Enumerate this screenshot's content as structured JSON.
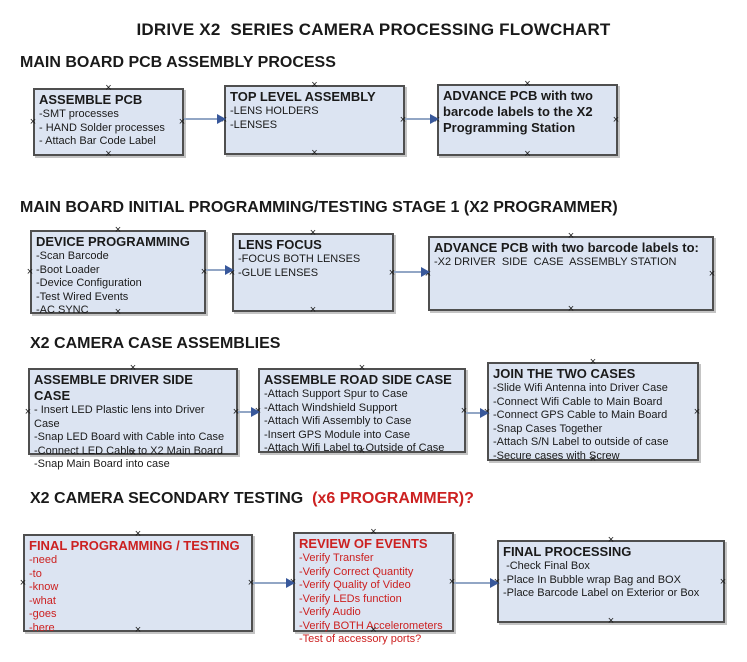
{
  "title": "IDRIVE X2  SERIES CAMERA PROCESSING FLOWCHART",
  "colors": {
    "box_fill": "#dce4f2",
    "box_border": "#4f4f4f",
    "red_text": "#cc2121",
    "connector_line": "#92a6c5",
    "arrow": "#38589b"
  },
  "sections": [
    {
      "heading": "MAIN BOARD PCB ASSEMBLY PROCESS",
      "boxes": [
        {
          "title": "ASSEMBLE PCB",
          "items": [
            "-SMT processes",
            "- HAND Solder processes",
            "- Attach Bar Code Label"
          ]
        },
        {
          "title": "TOP LEVEL ASSEMBLY",
          "items": [
            "-LENS HOLDERS",
            "-LENSES"
          ]
        },
        {
          "title": "ADVANCE PCB with two barcode labels to the X2 Programming Station",
          "items": []
        }
      ]
    },
    {
      "heading": "MAIN BOARD INITIAL PROGRAMMING/TESTING STAGE 1 (X2 PROGRAMMER)",
      "boxes": [
        {
          "title": "DEVICE PROGRAMMING",
          "items": [
            "-Scan Barcode",
            "-Boot Loader",
            "-Device Configuration",
            "-Test Wired Events",
            "-AC SYNC"
          ]
        },
        {
          "title": "LENS FOCUS",
          "items": [
            "-FOCUS BOTH LENSES",
            "-GLUE LENSES"
          ]
        },
        {
          "title": "ADVANCE PCB with two barcode labels to:",
          "items": [
            "-X2 DRIVER  SIDE  CASE  ASSEMBLY STATION"
          ]
        }
      ]
    },
    {
      "heading": "X2 CAMERA CASE ASSEMBLIES",
      "boxes": [
        {
          "title": "ASSEMBLE DRIVER SIDE CASE",
          "items": [
            "- Insert LED Plastic lens into Driver Case",
            "-Snap LED Board with Cable into Case",
            "-Connect LED Cable to X2 Main Board",
            "-Snap Main Board into case"
          ]
        },
        {
          "title": "ASSEMBLE ROAD SIDE CASE",
          "items": [
            "-Attach Support Spur to Case",
            "-Attach Windshield Support",
            "-Attach Wifi Assembly to Case",
            "-Insert GPS Module into Case",
            "-Attach Wifi Label to Outside of Case"
          ]
        },
        {
          "title": "JOIN THE TWO CASES",
          "items": [
            "-Slide Wifi Antenna into Driver Case",
            "-Connect Wifi Cable to Main Board",
            "-Connect GPS Cable to Main Board",
            "-Snap Cases Together",
            "-Attach S/N Label to outside of case",
            "-Secure cases with Screw"
          ]
        }
      ]
    },
    {
      "heading": "X2 CAMERA SECONDARY TESTING ",
      "heading_red": " (x6 PROGRAMMER)?",
      "boxes": [
        {
          "title": "FINAL PROGRAMMING / TESTING",
          "items": [
            "-need",
            "-to",
            "-know",
            "-what",
            "-goes",
            "-here"
          ]
        },
        {
          "title": "REVIEW OF EVENTS",
          "items": [
            "-Verify Transfer",
            "-Verify Correct Quantity",
            "-Verify Quality of Video",
            "-Verify LEDs function",
            "-Verify Audio",
            "-Verify BOTH Accelerometers",
            "-Test of accessory ports?"
          ]
        },
        {
          "title": "FINAL PROCESSING",
          "items": [
            " -Check Final Box",
            "-Place In Bubble wrap Bag and BOX",
            "-Place Barcode Label on Exterior or Box"
          ]
        }
      ]
    }
  ]
}
